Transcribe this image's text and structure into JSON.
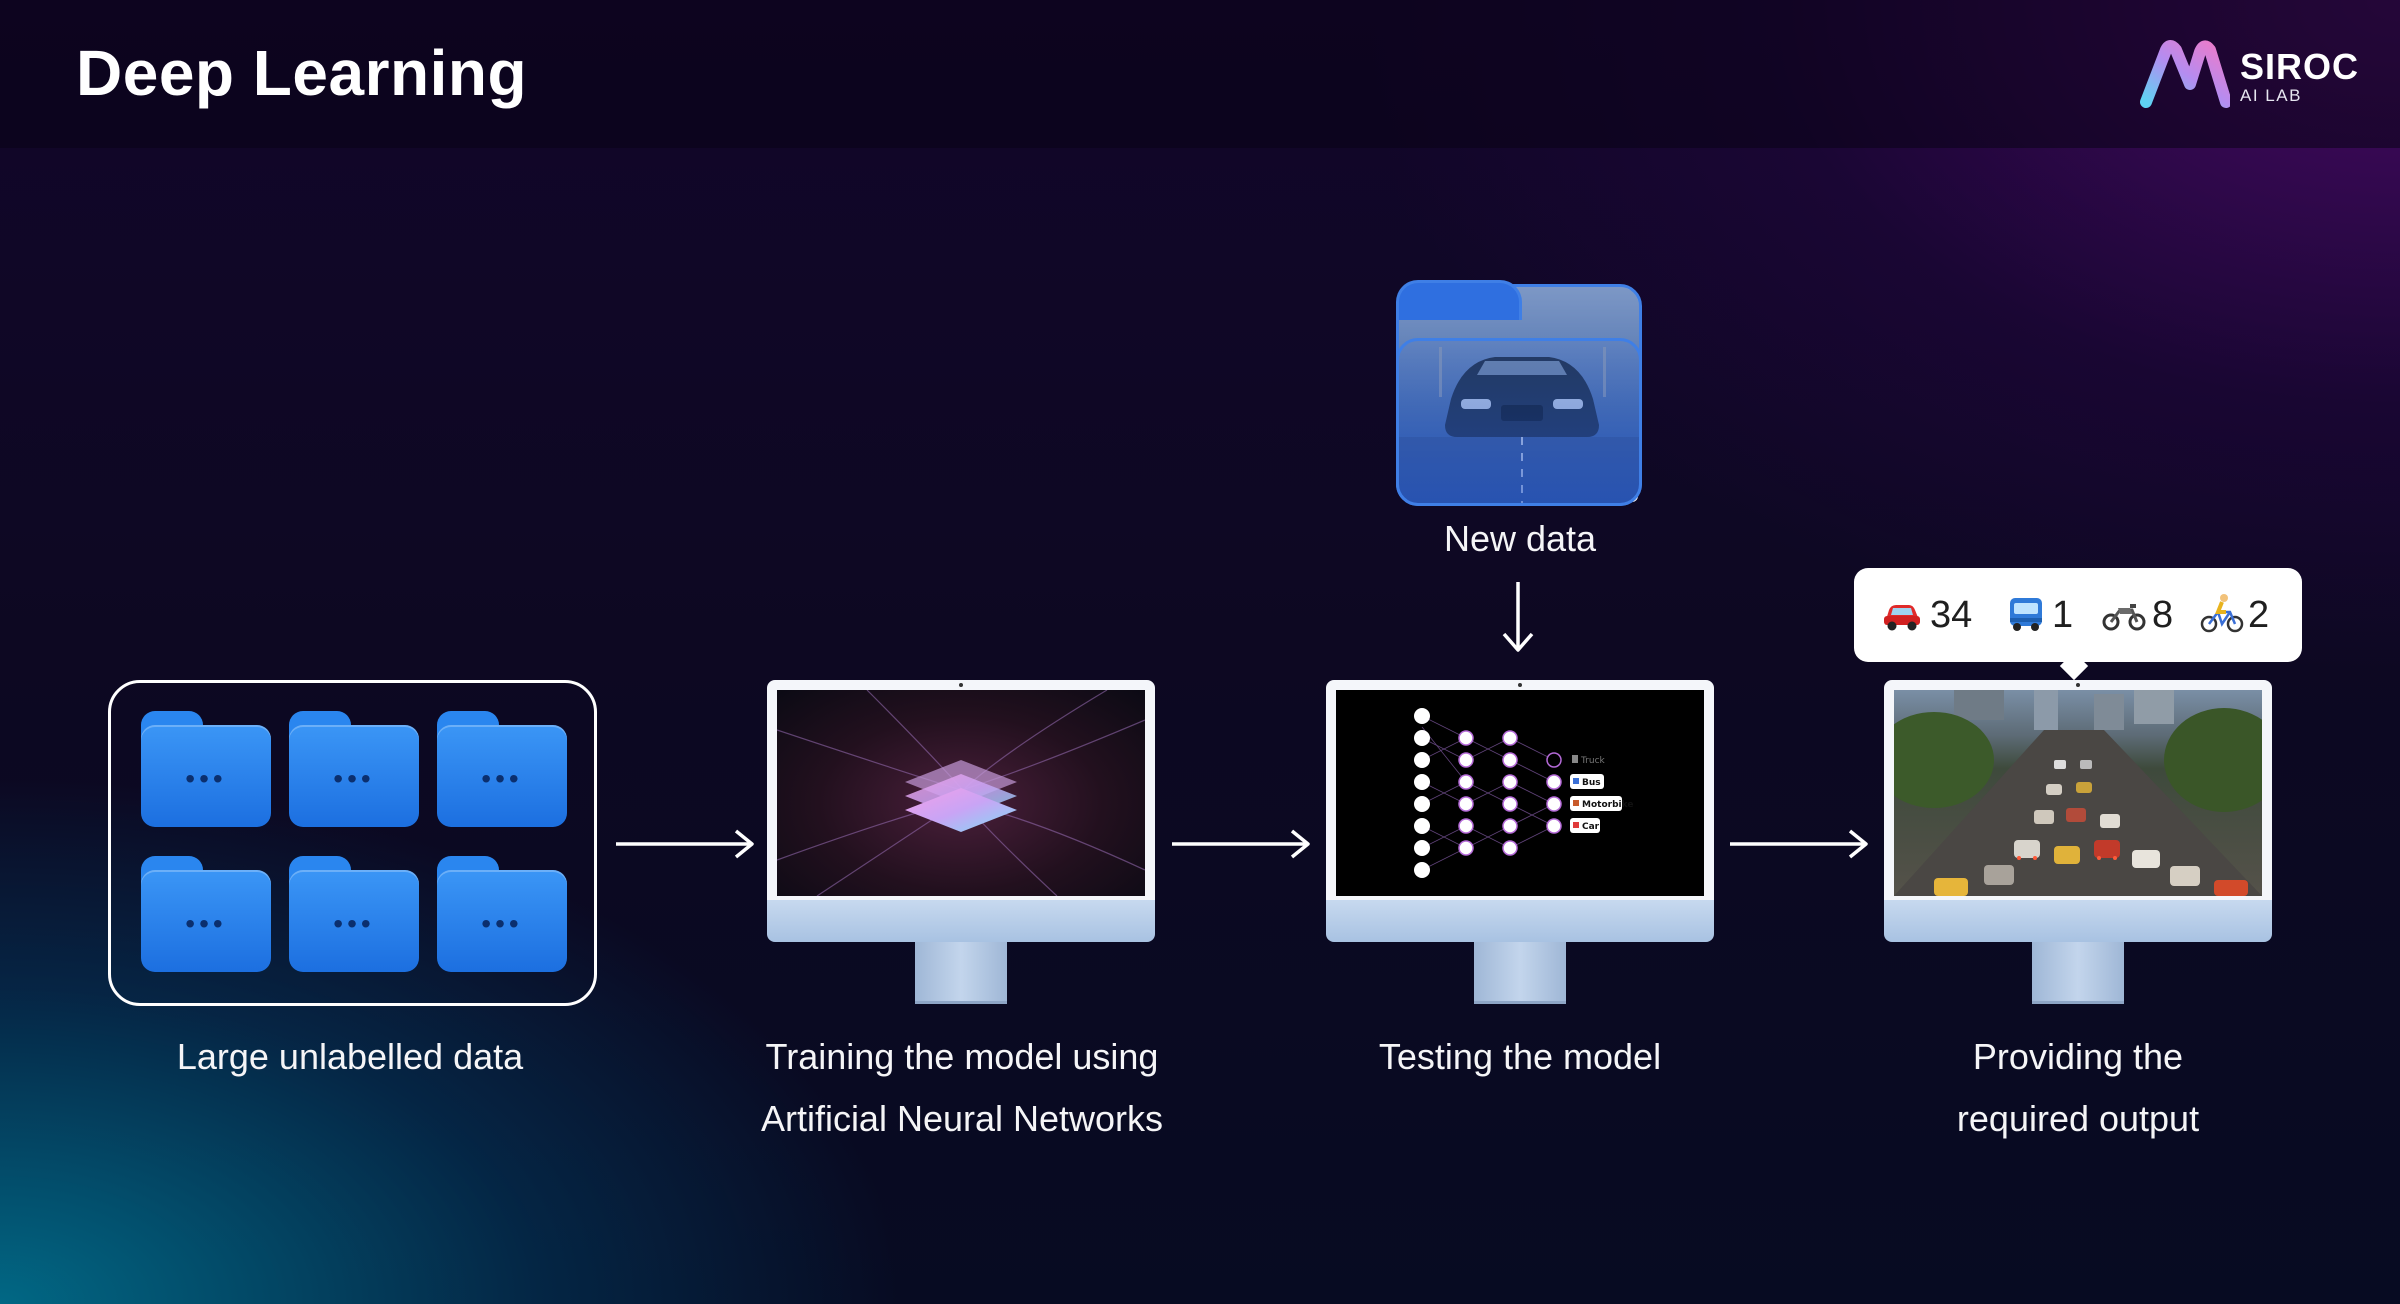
{
  "header": {
    "title": "Deep Learning",
    "logo": {
      "word": "SIROC",
      "sub": "AI LAB"
    }
  },
  "steps": [
    {
      "label_lines": [
        "Large unlabelled data"
      ]
    },
    {
      "label_lines": [
        "Training the model using",
        "Artificial Neural Networks"
      ]
    },
    {
      "label_lines": [
        "Testing the model"
      ]
    },
    {
      "label_lines": [
        "Providing the",
        "required output"
      ]
    }
  ],
  "new_data": {
    "label": "New data"
  },
  "network_outputs": [
    "Truck",
    "Bus",
    "Motorbike",
    "Car"
  ],
  "output_counts": [
    {
      "icon": "car-icon",
      "value": "34"
    },
    {
      "icon": "bus-icon",
      "value": "1"
    },
    {
      "icon": "motorbike-icon",
      "value": "8"
    },
    {
      "icon": "bicycle-icon",
      "value": "2"
    }
  ],
  "colors": {
    "folder_blue": "#2a86ef",
    "monitor_chin": "#b8cde8",
    "accent_pink": "#e84fd0",
    "accent_cyan": "#5fd3f3"
  }
}
